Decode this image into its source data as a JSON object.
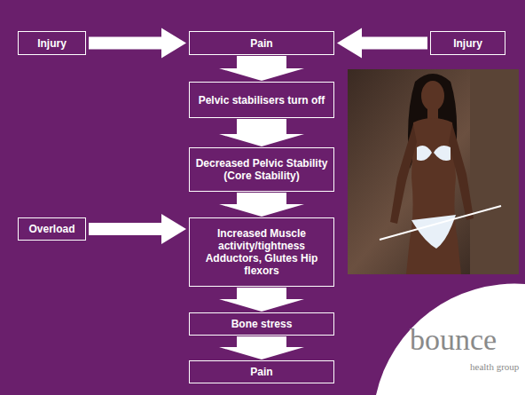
{
  "diagram": {
    "nodes": [
      {
        "text": [
          "Injury"
        ]
      },
      {
        "text": [
          "Pain"
        ]
      },
      {
        "text": [
          "Injury"
        ]
      },
      {
        "text": [
          "Pelvic stabilisers turn off"
        ]
      },
      {
        "text": [
          "Decreased Pelvic Stability (Core Stability)"
        ]
      },
      {
        "text": [
          "Overload"
        ]
      },
      {
        "text": [
          "Increased Muscle activity/tightness Adductors, Glutes Hip flexors"
        ]
      },
      {
        "text": [
          "Bone stress"
        ]
      },
      {
        "text": [
          "Pain"
        ]
      }
    ],
    "edges": [
      {
        "from": 0,
        "to": 1,
        "arrow": "to"
      },
      {
        "from": 2,
        "to": 1,
        "arrow": "to"
      },
      {
        "from": 1,
        "to": 3,
        "arrow": "to"
      },
      {
        "from": 3,
        "to": 4,
        "arrow": "to"
      },
      {
        "from": 4,
        "to": 6,
        "arrow": "to"
      },
      {
        "from": 5,
        "to": 6,
        "arrow": "to"
      },
      {
        "from": 6,
        "to": 7,
        "arrow": "to"
      },
      {
        "from": 7,
        "to": 8,
        "arrow": "to"
      }
    ],
    "labels": [
      "bounce",
      "health group"
    ]
  }
}
